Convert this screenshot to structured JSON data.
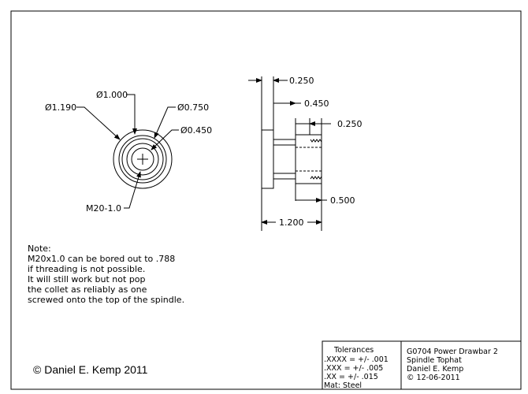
{
  "front_view": {
    "dim_d1190": "Ø1.190",
    "dim_d1000": "Ø1.000",
    "dim_d0750": "Ø0.750",
    "dim_d0450": "Ø0.450",
    "thread_label": "M20-1.0"
  },
  "side_view": {
    "dim_0250_top": "0.250",
    "dim_0450": "0.450",
    "dim_0250_right": "0.250",
    "dim_0500": "0.500",
    "dim_1200": "1.200"
  },
  "note": {
    "heading": "Note:",
    "lines": [
      "M20x1.0 can be bored out to .788",
      "if threading is not possible.",
      "It will still work but not pop",
      "the collet as reliably as one",
      "screwed onto the top of the spindle."
    ]
  },
  "copyright": "© Daniel E. Kemp 2011",
  "tolerances": {
    "title": "Tolerances",
    "rows": [
      ".XXXX = +/- .001",
      ".XXX  = +/- .005",
      ".XX   = +/- .015"
    ],
    "material": "Mat: Steel"
  },
  "title_block": {
    "lines": [
      "G0704 Power Drawbar 2",
      "Spindle Tophat",
      "Daniel E. Kemp",
      "© 12-06-2011"
    ]
  }
}
